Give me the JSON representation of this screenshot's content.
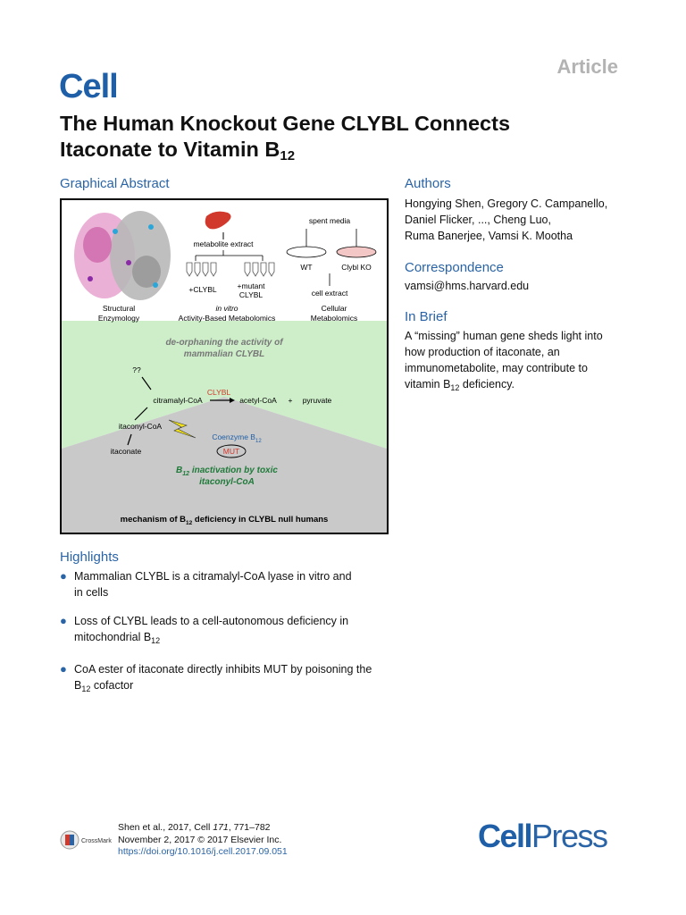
{
  "header": {
    "journal": "Cell",
    "article_type": "Article",
    "title_line1": "The Human Knockout Gene CLYBL Connects",
    "title_line2_prefix": "Itaconate to Vitamin B",
    "title_line2_sub": "12"
  },
  "graphical_abstract": {
    "heading": "Graphical Abstract",
    "metabolite_extract": "metabolite extract",
    "spent_media": "spent media",
    "plus_clybl": "+CLYBL",
    "plus_mutant": "+mutant",
    "clybl_word": "CLYBL",
    "wt": "WT",
    "clybl_ko": "Clybl KO",
    "cell_extract": "cell extract",
    "structural": "Structural",
    "enzymology": "Enzymology",
    "in_vitro": "in vitro",
    "abm": "Activity-Based Metabolomics",
    "cellular": "Cellular",
    "metabolomics": "Metabolomics",
    "deorphan1": "de-orphaning the activity of",
    "deorphan2": "mammalian CLYBL",
    "qq": "??",
    "clybl_enzyme": "CLYBL",
    "citramalyl": "citramalyl-CoA",
    "acetyl": "acetyl-CoA",
    "plus": "+",
    "pyruvate": "pyruvate",
    "itaconyl": "itaconyl-CoA",
    "coenzyme": "Coenzyme B",
    "coenzyme_sub": "12",
    "mut": "MUT",
    "itaconate": "itaconate",
    "b12_inact_prefix": "B",
    "b12_inact_sub": "12",
    "b12_inact_rest": " inactivation by toxic",
    "itaconyl_bold": "itaconyl-CoA",
    "mechanism_prefix": "mechanism of B",
    "mechanism_sub": "12",
    "mechanism_rest": " deficiency in CLYBL null humans"
  },
  "authors": {
    "heading": "Authors",
    "line1": "Hongying Shen, Gregory C. Campanello,",
    "line2": "Daniel Flicker, ..., Cheng Luo,",
    "line3": "Ruma Banerjee, Vamsi K. Mootha"
  },
  "correspondence": {
    "heading": "Correspondence",
    "email": "vamsi@hms.harvard.edu"
  },
  "in_brief": {
    "heading": "In Brief",
    "line1": "A “missing” human gene sheds light into",
    "line2": "how production of itaconate, an",
    "line3": "immunometabolite, may contribute to",
    "line4_prefix": "vitamin B",
    "line4_sub": "12",
    "line4_rest": " deficiency."
  },
  "highlights": {
    "heading": "Highlights",
    "item1_a": "Mammalian CLYBL is a citramalyl-CoA lyase in vitro and",
    "item1_b": "in cells",
    "item2_a": "Loss of CLYBL leads to a cell-autonomous deficiency in",
    "item2_b_prefix": "mitochondrial B",
    "item2_b_sub": "12",
    "item3_a": "CoA ester of itaconate directly inhibits MUT by poisoning the",
    "item3_b_prefix": "B",
    "item3_b_sub": "12",
    "item3_b_rest": " cofactor"
  },
  "footer": {
    "citation_prefix": "Shen et al., 2017, Cell ",
    "citation_volume": "171",
    "citation_pages": ", 771–782",
    "date_line": "November 2, 2017 © 2017 Elsevier Inc.",
    "doi": "https://doi.org/10.1016/j.cell.2017.09.051",
    "crossmark": "CrossMark",
    "publisher_a": "Cell",
    "publisher_b": "Press"
  },
  "colors": {
    "accent_blue": "#2a64a6",
    "logo_blue": "#1f5fa8",
    "green_band": "#cdeec9",
    "gray_band": "#c9c9c9",
    "clybl_red": "#d0392b",
    "highlight_green": "#1f7a3a"
  }
}
